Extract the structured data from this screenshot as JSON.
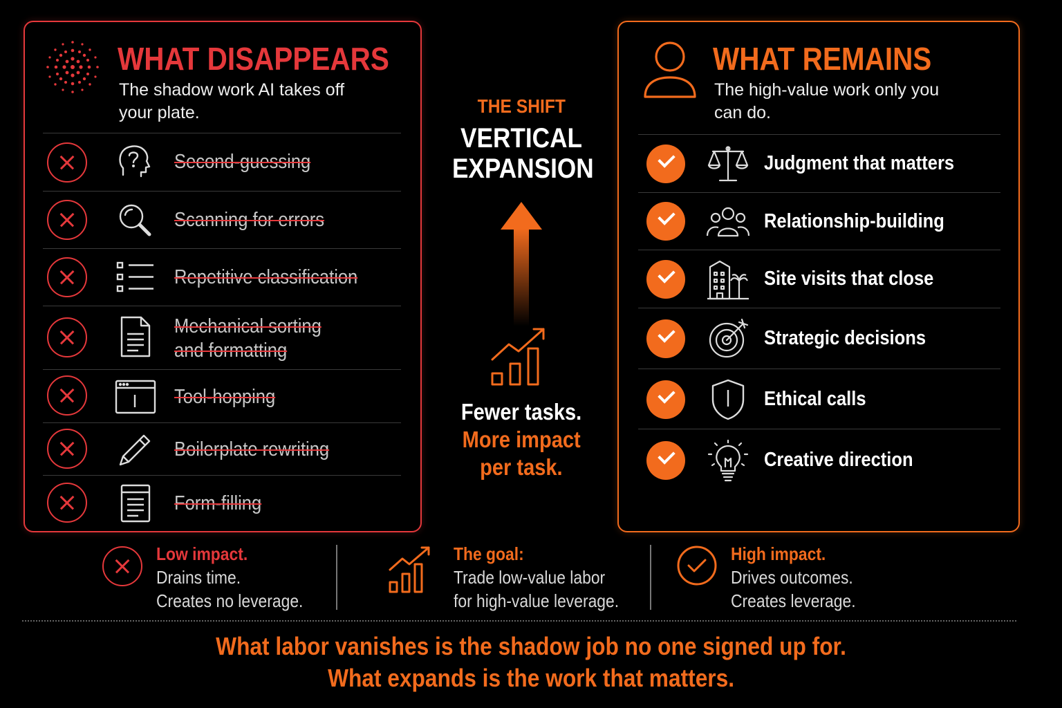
{
  "left_panel": {
    "title": "WHAT DISAPPEARS",
    "subtitle": "The shadow work AI takes off your plate.",
    "items": [
      {
        "icon": "question-head-icon",
        "lines": [
          "Second-guessing"
        ]
      },
      {
        "icon": "magnifier-icon",
        "lines": [
          "Scanning for errors"
        ]
      },
      {
        "icon": "list-icon",
        "lines": [
          "Repetitive classification"
        ]
      },
      {
        "icon": "document-icon",
        "lines": [
          "Mechanical sorting",
          "and formatting"
        ]
      },
      {
        "icon": "browser-window-icon",
        "lines": [
          "Tool-hopping"
        ]
      },
      {
        "icon": "pencil-icon",
        "lines": [
          "Boilerplate rewriting"
        ]
      },
      {
        "icon": "form-icon",
        "lines": [
          "Form-filling"
        ]
      }
    ]
  },
  "right_panel": {
    "title": "WHAT REMAINS",
    "subtitle": "The high-value work only you can do.",
    "items": [
      {
        "icon": "scales-icon",
        "label": "Judgment that matters"
      },
      {
        "icon": "people-icon",
        "label": "Relationship-building"
      },
      {
        "icon": "building-palm-icon",
        "label": "Site visits that close"
      },
      {
        "icon": "target-icon",
        "label": "Strategic decisions"
      },
      {
        "icon": "shield-icon",
        "label": "Ethical calls"
      },
      {
        "icon": "lightbulb-icon",
        "label": "Creative direction"
      }
    ]
  },
  "center": {
    "kicker": "THE SHIFT",
    "title_line1": "VERTICAL",
    "title_line2": "EXPANSION",
    "tagline_white": "Fewer tasks.",
    "tagline_orange_1": "More impact",
    "tagline_orange_2": "per task."
  },
  "footer": {
    "low": {
      "head": "Low impact.",
      "line1": "Drains time.",
      "line2": "Creates no leverage."
    },
    "goal": {
      "head": "The goal:",
      "line1": "Trade low-value labor",
      "line2": "for high-value leverage."
    },
    "high": {
      "head": "High impact.",
      "line1": "Drives outcomes.",
      "line2": "Creates leverage."
    }
  },
  "bottom": {
    "line1": "What labor vanishes is the shadow job no one signed up for.",
    "line2": "What expands is the work that matters."
  },
  "colors": {
    "red": "#e5383b",
    "orange": "#f26b1d",
    "background": "#000000"
  }
}
